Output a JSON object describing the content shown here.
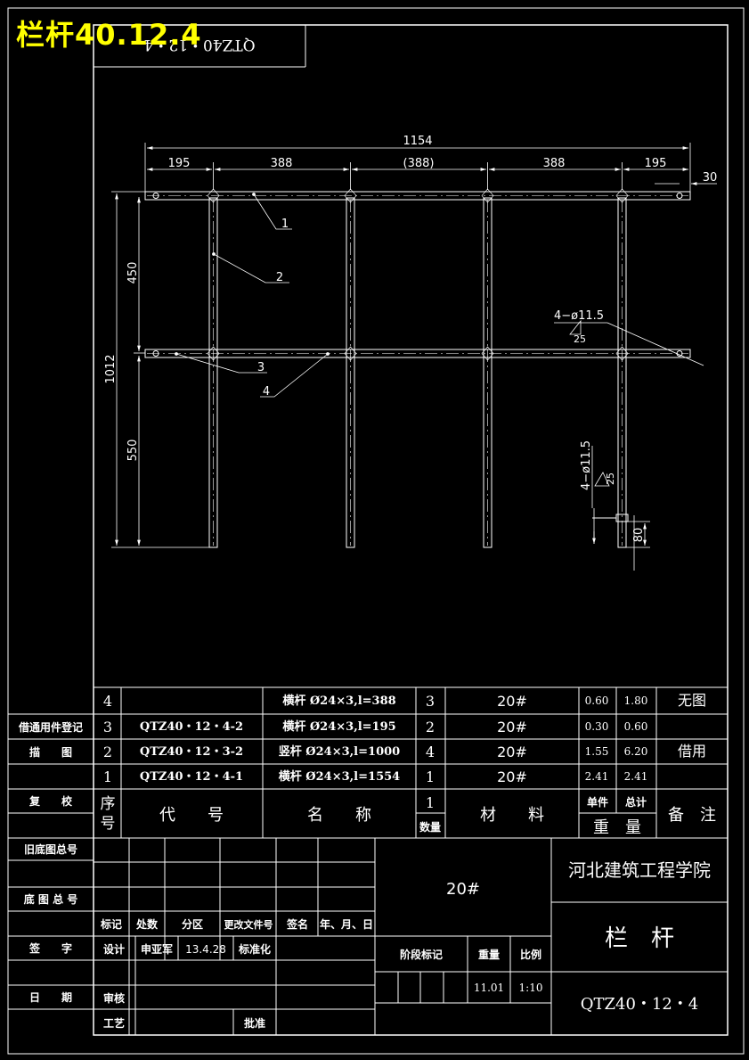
{
  "overlay_title": "栏杆40.12.4",
  "drawing_code_mirrored": "QTZ40・12・4",
  "dimensions": {
    "total_width": "1154",
    "seg_left": "195",
    "seg_a": "388",
    "seg_mid": "(388)",
    "seg_b": "388",
    "seg_right": "195",
    "right_offset": "30",
    "upper_height": "450",
    "total_height": "1012",
    "lower_height": "550",
    "foot_height": "80",
    "holes_top": "4−ø11.5",
    "holes_top_sub": "25",
    "holes_side": "4−ø11.5",
    "holes_side_sub": "25"
  },
  "callouts": [
    "1",
    "2",
    "3",
    "4"
  ],
  "parts": [
    {
      "no": "4",
      "code": "",
      "name": "横杆 Ø24×3,l=388",
      "qty": "3",
      "material": "20#",
      "unit_w": "0.60",
      "total_w": "1.80",
      "remark": "无图"
    },
    {
      "no": "3",
      "code": "QTZ40・12・4-2",
      "name": "横杆 Ø24×3,l=195",
      "qty": "2",
      "material": "20#",
      "unit_w": "0.30",
      "total_w": "0.60",
      "remark": ""
    },
    {
      "no": "2",
      "code": "QTZ40・12・3-2",
      "name": "竖杆 Ø24×3,l=1000",
      "qty": "4",
      "material": "20#",
      "unit_w": "1.55",
      "total_w": "6.20",
      "remark": "借用"
    },
    {
      "no": "1",
      "code": "QTZ40・12・4-1",
      "name": "横杆 Ø24×3,l=1554",
      "qty": "1",
      "material": "20#",
      "unit_w": "2.41",
      "total_w": "2.41",
      "remark": ""
    }
  ],
  "header": {
    "no_a": "序",
    "no_b": "号",
    "code": "代　　号",
    "name": "名　　称",
    "qty_top": "1",
    "qty": "数量",
    "material": "材　　料",
    "unit": "单件",
    "total": "总计",
    "weight": "重　量",
    "remark": "备　注"
  },
  "side_labels": [
    "借通用件登记",
    "描　　图",
    "复　　校",
    "旧底图总号",
    "底 图 总 号",
    "签　　字",
    "日　　期"
  ],
  "title_block": {
    "material": "20#",
    "institute": "河北建筑工程学院",
    "part_name": "栏　杆",
    "drawing_no": "QTZ40・12・4",
    "row_labels": [
      "标记",
      "处数",
      "分区",
      "更改文件号",
      "签名",
      "年、月、日"
    ],
    "designer_label": "设计",
    "designer": "申亚军",
    "date": "13.4.28",
    "standard": "标准化",
    "review": "审核",
    "process": "工艺",
    "approve": "批准",
    "stage": "阶段标记",
    "weight_label": "重量",
    "scale_label": "比例",
    "weight": "11.01",
    "scale": "1:10"
  }
}
